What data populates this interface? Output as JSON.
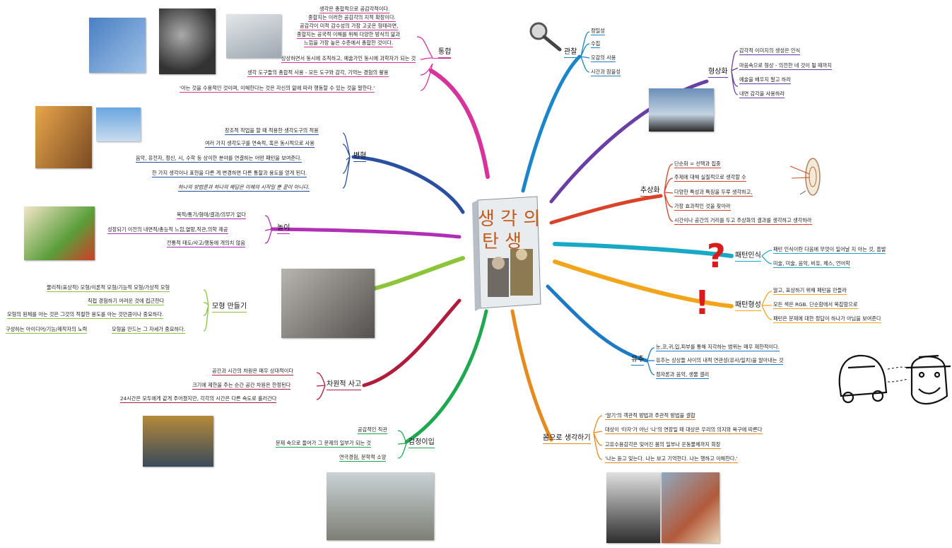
{
  "center": {
    "title_line1": "생 각 의",
    "title_line2": "탄   생",
    "cover_note": "책표지"
  },
  "colors": {
    "tonghap": "#d6339b",
    "byeonhyeong": "#2b4fa0",
    "nori": "#b02fb4",
    "mohyeong": "#8cc43a",
    "chawon": "#b01c3c",
    "gamjeong": "#1fa84f",
    "gwanchal": "#1a85c8",
    "hyeongsanghwa": "#6a3fa3",
    "chusanghwa": "#d8432a",
    "paeteon_insik": "#17a9c6",
    "paeteon_hyeongseong": "#f2a51a",
    "yuchu": "#1f7ac4",
    "mom": "#e58a1c",
    "question_mark": "#d81b1b",
    "exclaim_mark": "#d81b1b"
  },
  "branches": {
    "tonghap": {
      "label": "통합",
      "items": [
        "생각은 총합적으로 공감각적이다.",
        "종합지는 이러한 공감각의 지적 확장이다.",
        "공감각이 미적 감수성의 가장 고곳은 형태라면,",
        "종합지는 공국적 이해를 위해 다양한 방식의 앎과",
        "느낌을 가장 높은 수준에서 총합한 것이다.",
        "상상하면서 동시에 조직하고, 예술가인 동시에 과학자가 되는 것",
        "생각 도구들의 총합적 사용 - 모든 도구와 감각, 기억는 경험의 활용",
        "'아는 것을 수용적인 것이며, 이해한다는 것은 자신의 앎에 따라 행동할 수 있는 것을 말한다.'"
      ]
    },
    "byeonhyeong": {
      "label": "변형",
      "items": [
        "창조적 작업을 할 때 적용한 생각도구의 적용",
        "여러 가지 생각도구를 연속적, 혹은 동시적으로 사용",
        "음악, 유전자, 정신, 시, 수학 등 상이한 분야를 연결하는 어떤 패턴을 보여준다.",
        "한 가지 생각이나 표현을 다른 게 변경하면 다른 통찰과 용도를 얻게 된다.",
        "하나의 방법론과 하나의 해답은 이해의 시작일 뿐 끝이 아니다."
      ]
    },
    "nori": {
      "label": "놀이",
      "items": [
        "목적/통기/형태/결과/의무가 없다",
        "성장되기 이전의 내면적/총능적 느낌,열망,직관,의학 제공",
        "전통적 태도/사고/행동에 개의치 않음"
      ]
    },
    "mohyeong": {
      "label": "모형 만들기",
      "items": [
        "물리적(표상적) 모형/이론적 모형/기능적 모형/가상적 모형",
        "직접 경험하기 어려운 것에 접근한다",
        "모형의 원체를 아는 것은 그것의 적절한 용도를 아는 것만큼이나 중요하다.",
        "구성하는 아이디어/기능/제작자의 노력",
        "모형을 만드는 그 자세가 중요하다."
      ]
    },
    "chawon": {
      "label": "차원적 사고",
      "items": [
        "공간과 시간의 차원은 매우 상대적이다",
        "크기에 제한을 주는 순간 공간 차원은 한정된다",
        "24시간은 모두에게 같게 주어졌지만, 각각의 시간은 다른 속도로 흘러간다"
      ]
    },
    "gamjeong": {
      "label": "감정이입",
      "items": [
        "공감적인 직관",
        "문제 속으로 들어가 그 문제의 일부가 되는 것",
        "연극경험, 문학적 소양"
      ]
    },
    "gwanchal": {
      "label": "관찰",
      "items": [
        "정밀성",
        "수집",
        "오감의 사용",
        "시간과 참을성"
      ]
    },
    "hyeongsanghwa": {
      "label": "형상화",
      "items": [
        "감각적 이미지의 생성은 인식",
        "마음속으로 형상 - 의전한 네 것이 될 때까지",
        "예술을 배우지 말고 하라",
        "내면 감각을 사용하라"
      ]
    },
    "chusanghwa": {
      "label": "추상화",
      "items": [
        "단순화 = 선택과 집중",
        "주제에 대해 실질적으로 생각할 수",
        "다양한 특성과 특징을 두루 생각하고,",
        "가장 효과적인 것을 찾아라",
        "시간이나 공간의 거리를 두고 주상화의 결과를 생각하고 생각하라"
      ]
    },
    "paeteon_insik": {
      "label": "패턴인식",
      "items": [
        "패턴 인식이란 다음에 무엇이 일어날 지 아는 것, 흠발",
        "미술, 미술, 음악, 비유, 체스, 언어학"
      ]
    },
    "paeteon_hyeongseong": {
      "label": "패턴형성",
      "items": [
        "알고, 표상하기 위해 패턴을 만들라",
        "모든 색은 RGB. 단순함에서 복잡함으로",
        "패턴은 문제에 대한 정답이 하나가 아님을 보여준다"
      ]
    },
    "yuchu": {
      "label": "유추",
      "items": [
        "눈,코,귀,입,피부를 통해 지각하는 범위는 매우 제한적이다.",
        "유추는 상상들 사이의 내적 연관성(유사/일치)을 알아내는 것",
        "정자론과 음악, 생물 결리"
      ]
    },
    "mom": {
      "label": "몸으로 생각하기",
      "items": [
        "'알기'의 객관적 방법과 주관적 방법을 결합",
        "대상이 '타자'가 아닌 '나'의 연장일 때 대상은 우리의 의지와 욕구에 따른다",
        "고유수용감각은 잊어진 몸의 일부나 운동물체까지 회장",
        "'나는 듣고 잊는다. 나는 보고 기억한다. 나는 행하고 이해한다.'"
      ]
    }
  }
}
